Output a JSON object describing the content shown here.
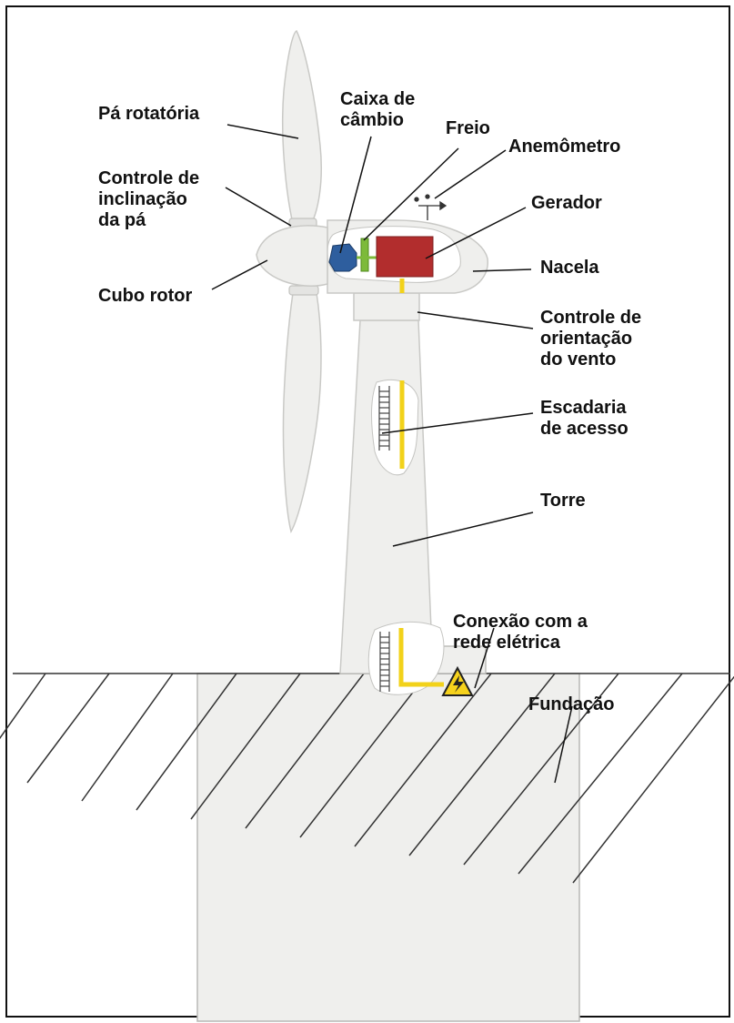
{
  "labels": {
    "pa_rotatoria": "Pá rotatória",
    "caixa_de_cambio": "Caixa de\ncâmbio",
    "freio": "Freio",
    "anemometro": "Anemômetro",
    "controle_inclinacao": "Controle de\ninclinação\nda pá",
    "gerador": "Gerador",
    "nacela": "Nacela",
    "cubo_rotor": "Cubo rotor",
    "controle_orientacao": "Controle de\norientação\ndo vento",
    "escadaria": "Escadaria\nde acesso",
    "torre": "Torre",
    "conexao_rede": "Conexão com a\nrede elétrica",
    "fundacao": "Fundação"
  },
  "colors": {
    "turbine_body": "#efefed",
    "outline": "#c9c9c6",
    "gearbox": "#2e5e9e",
    "brake": "#7dba3a",
    "generator": "#b22d2d",
    "cable": "#f2d21a",
    "warning": "#f6d21c",
    "ground_line": "#333333"
  },
  "icons": {
    "warning_sign": "high-voltage-warning-icon",
    "anemometer": "anemometer-icon"
  }
}
